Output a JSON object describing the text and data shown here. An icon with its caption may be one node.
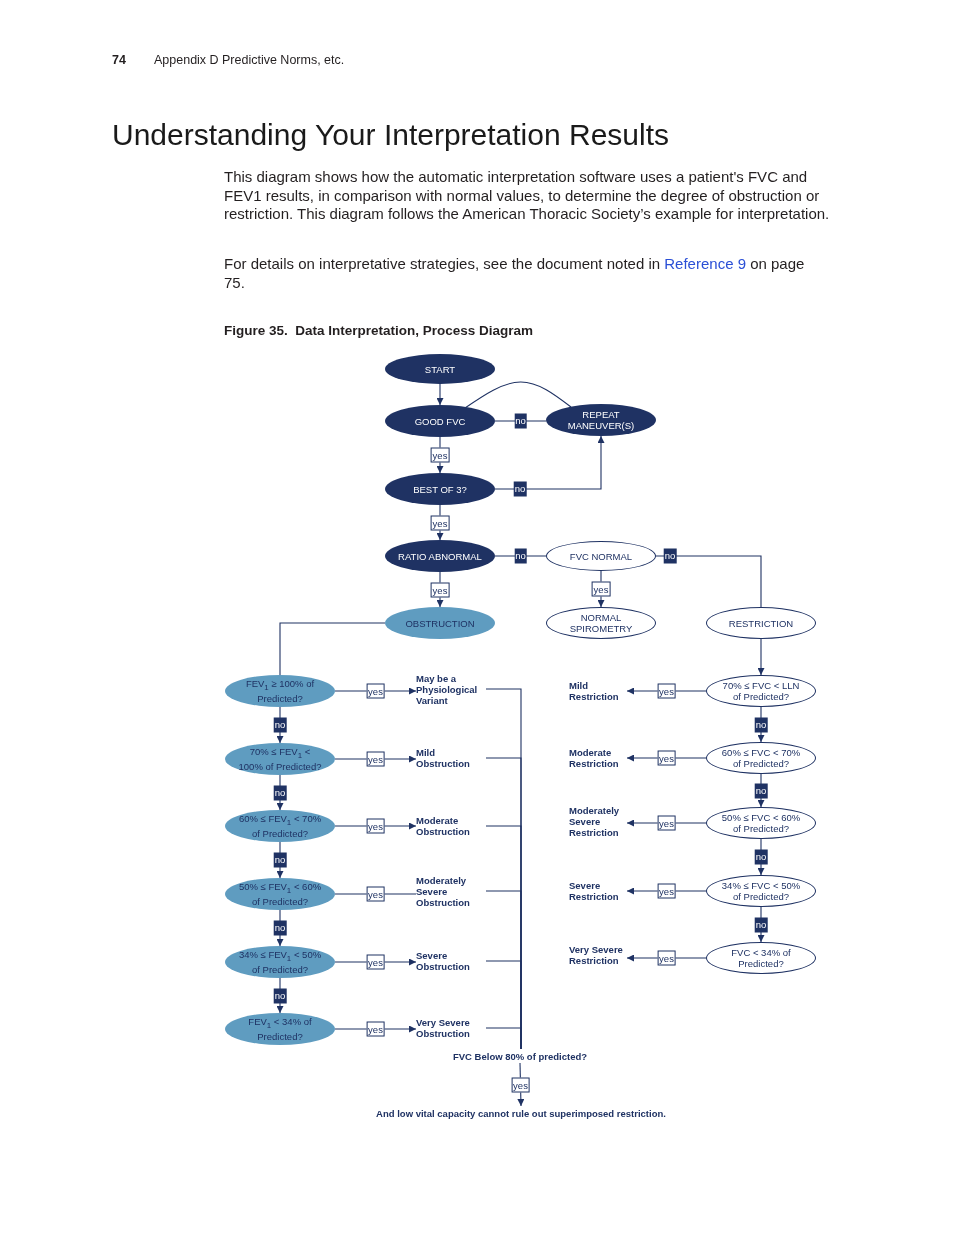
{
  "diagram": {
    "title": "Understanding Your Interpretation Results",
    "caption": "Figure 35.  Data Interpretation, Process Diagram",
    "nodes": [
      {
        "text": [
          "START"
        ]
      },
      {
        "text": [
          "GOOD FVC"
        ]
      },
      {
        "text": [
          "REPEAT MANEUVER(S)"
        ]
      },
      {
        "text": [
          "BEST OF 3?"
        ]
      },
      {
        "text": [
          "RATIO ABNORMAL"
        ]
      },
      {
        "text": [
          "FVC NORMAL"
        ]
      },
      {
        "text": [
          "OBSTRUCTION"
        ]
      },
      {
        "text": [
          "NORMAL SPIROMETRY"
        ]
      },
      {
        "text": [
          "RESTRICTION"
        ]
      },
      {
        "text": [
          "FEV$_{1}$ ≥ 100% of Predicted?"
        ]
      },
      {
        "text": [
          "May be a Physiological Variant"
        ]
      },
      {
        "text": [
          "70% ≤ FEV$_{1}$ < 100% of Predicted?"
        ]
      },
      {
        "text": [
          "Mild Obstruction"
        ]
      },
      {
        "text": [
          "60% ≤ FEV$_{1}$ < 70% of Predicted?"
        ]
      },
      {
        "text": [
          "Moderate Obstruction"
        ]
      },
      {
        "text": [
          "50% ≤ FEV$_{1}$ < 60% of Predicted?"
        ]
      },
      {
        "text": [
          "Moderately Severe Obstruction"
        ]
      },
      {
        "text": [
          "34% ≤ FEV$_{1}$ < 50% of Predicted?"
        ]
      },
      {
        "text": [
          "Severe Obstruction"
        ]
      },
      {
        "text": [
          "FEV$_{1}$ < 34% of Predicted?"
        ]
      },
      {
        "text": [
          "Very Severe Obstruction"
        ]
      },
      {
        "text": [
          "70% ≤ FVC < LLN of Predicted?"
        ]
      },
      {
        "text": [
          "Mild Restriction"
        ]
      },
      {
        "text": [
          "60% ≤ FVC < 70% of Predicted?"
        ]
      },
      {
        "text": [
          "Moderate Restriction"
        ]
      },
      {
        "text": [
          "50% ≤ FVC < 60% of Predicted?"
        ]
      },
      {
        "text": [
          "Moderately Severe Restriction"
        ]
      },
      {
        "text": [
          "34% ≤ FVC < 50% of Predicted?"
        ]
      },
      {
        "text": [
          "Severe Restriction"
        ]
      },
      {
        "text": [
          "FVC < 34% of Predicted?"
        ]
      },
      {
        "text": [
          "Very Severe Restriction"
        ]
      },
      {
        "text": [
          "FVC Below 80% of predicted?"
        ]
      },
      {
        "text": [
          "And low vital capacity cannot rule out superimposed restriction."
        ]
      }
    ],
    "edges": [
      {
        "from": 0,
        "to": 1,
        "arrow": "to"
      },
      {
        "from": 1,
        "to": 2,
        "arrow": "none",
        "label": "no"
      },
      {
        "from": 2,
        "to": 1,
        "arrow": "none"
      },
      {
        "from": 1,
        "to": 3,
        "arrow": "to",
        "label": "yes"
      },
      {
        "from": 3,
        "to": 2,
        "arrow": "to",
        "label": "no"
      },
      {
        "from": 3,
        "to": 4,
        "arrow": "to",
        "label": "yes"
      },
      {
        "from": 4,
        "to": 5,
        "arrow": "none",
        "label": "no"
      },
      {
        "from": 4,
        "to": 6,
        "arrow": "to",
        "label": "yes"
      },
      {
        "from": 5,
        "to": 7,
        "arrow": "to",
        "label": "yes"
      },
      {
        "from": 5,
        "to": 8,
        "arrow": "none",
        "label": "no"
      },
      {
        "from": 6,
        "to": 9,
        "arrow": "none"
      },
      {
        "from": 9,
        "to": 10,
        "arrow": "to",
        "label": "yes"
      },
      {
        "from": 9,
        "to": 11,
        "arrow": "to",
        "label": "no"
      },
      {
        "from": 11,
        "to": 12,
        "arrow": "to",
        "label": "yes"
      },
      {
        "from": 11,
        "to": 13,
        "arrow": "to",
        "label": "no"
      },
      {
        "from": 13,
        "to": 14,
        "arrow": "to",
        "label": "yes"
      },
      {
        "from": 13,
        "to": 15,
        "arrow": "to",
        "label": "no"
      },
      {
        "from": 15,
        "to": 16,
        "arrow": "none",
        "label": "yes"
      },
      {
        "from": 15,
        "to": 17,
        "arrow": "to",
        "label": "no"
      },
      {
        "from": 17,
        "to": 18,
        "arrow": "to",
        "label": "yes"
      },
      {
        "from": 17,
        "to": 19,
        "arrow": "to",
        "label": "no"
      },
      {
        "from": 19,
        "to": 20,
        "arrow": "to",
        "label": "yes"
      },
      {
        "from": 10,
        "to": 31,
        "arrow": "none"
      },
      {
        "from": 12,
        "to": 31,
        "arrow": "none"
      },
      {
        "from": 14,
        "to": 31,
        "arrow": "none"
      },
      {
        "from": 16,
        "to": 31,
        "arrow": "none"
      },
      {
        "from": 18,
        "to": 31,
        "arrow": "none"
      },
      {
        "from": 20,
        "to": 31,
        "arrow": "none"
      },
      {
        "from": 31,
        "to": 32,
        "arrow": "to",
        "label": "yes"
      },
      {
        "from": 8,
        "to": 21,
        "arrow": "to"
      },
      {
        "from": 21,
        "to": 22,
        "arrow": "to",
        "label": "yes"
      },
      {
        "from": 21,
        "to": 23,
        "arrow": "to",
        "label": "no"
      },
      {
        "from": 23,
        "to": 24,
        "arrow": "to",
        "label": "yes"
      },
      {
        "from": 23,
        "to": 25,
        "arrow": "to",
        "label": "no"
      },
      {
        "from": 25,
        "to": 26,
        "arrow": "to",
        "label": "yes"
      },
      {
        "from": 25,
        "to": 27,
        "arrow": "to",
        "label": "no"
      },
      {
        "from": 27,
        "to": 28,
        "arrow": "to",
        "label": "yes"
      },
      {
        "from": 27,
        "to": 29,
        "arrow": "to",
        "label": "no"
      },
      {
        "from": 29,
        "to": 30,
        "arrow": "to",
        "label": "yes"
      }
    ],
    "labels": [
      "74",
      "Appendix D",
      "Predictive Norms, etc.",
      "This diagram shows how the automatic interpretation software uses a patient's FVC and FEV1 results, in comparison with normal values, to determine the degree of obstruction or restriction. This diagram follows the American Thoracic Society’s example for interpretation.",
      "For details on interpretative strategies, see the document noted in",
      "Reference 9",
      "on page 75."
    ]
  }
}
